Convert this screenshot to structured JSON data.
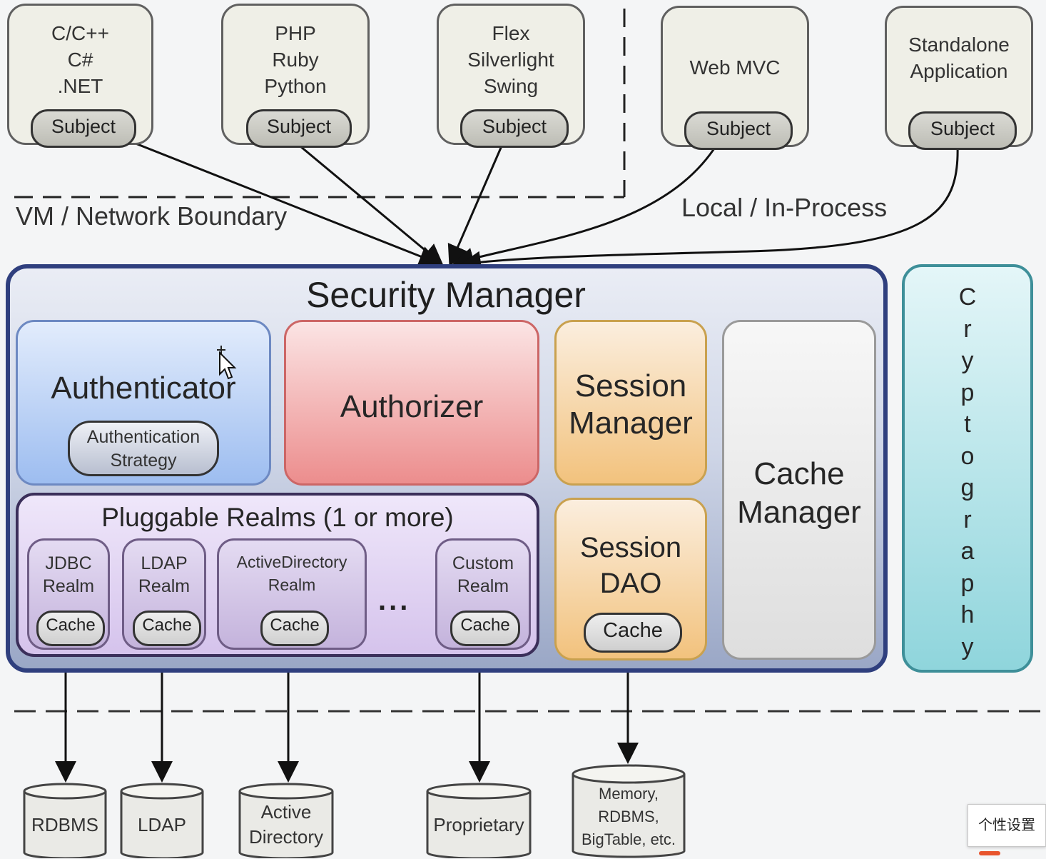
{
  "clients": [
    {
      "label": "C/C++\nC#\n.NET",
      "subject": "Subject"
    },
    {
      "label": "PHP\nRuby\nPython",
      "subject": "Subject"
    },
    {
      "label": "Flex\nSilverlight\nSwing",
      "subject": "Subject"
    },
    {
      "label": "Web MVC",
      "subject": "Subject"
    },
    {
      "label": "Standalone\nApplication",
      "subject": "Subject"
    }
  ],
  "boundary": {
    "vm_network": "VM / Network Boundary",
    "local": "Local / In-Process"
  },
  "security_manager": {
    "title": "Security Manager",
    "authenticator": "Authenticator",
    "authentication_strategy": "Authentication\nStrategy",
    "authorizer": "Authorizer",
    "session_manager": "Session\nManager",
    "session_dao": "Session\nDAO",
    "session_dao_cache": "Cache",
    "cache_manager": "Cache\nManager"
  },
  "realms": {
    "title": "Pluggable Realms (1 or more)",
    "items": [
      {
        "label": "JDBC\nRealm",
        "cache": "Cache"
      },
      {
        "label": "LDAP\nRealm",
        "cache": "Cache"
      },
      {
        "label": "ActiveDirectory\nRealm",
        "cache": "Cache"
      },
      {
        "label": "Custom\nRealm",
        "cache": "Cache"
      }
    ],
    "ellipsis": "..."
  },
  "cryptography": "C\nr\ny\np\nt\no\ng\nr\na\np\nh\ny",
  "datastores": [
    "RDBMS",
    "LDAP",
    "Active\nDirectory",
    "Proprietary",
    "Memory,\nRDBMS,\nBigTable, etc."
  ],
  "tooltip": "个性设置",
  "colors": {
    "security_manager_border": "#2f3f7e",
    "authenticator": "#a9c5f2",
    "authorizer": "#ef8f8f",
    "session": "#f2c27d",
    "realms": "#d8c8ee",
    "cryptography": "#8fd5dc"
  }
}
